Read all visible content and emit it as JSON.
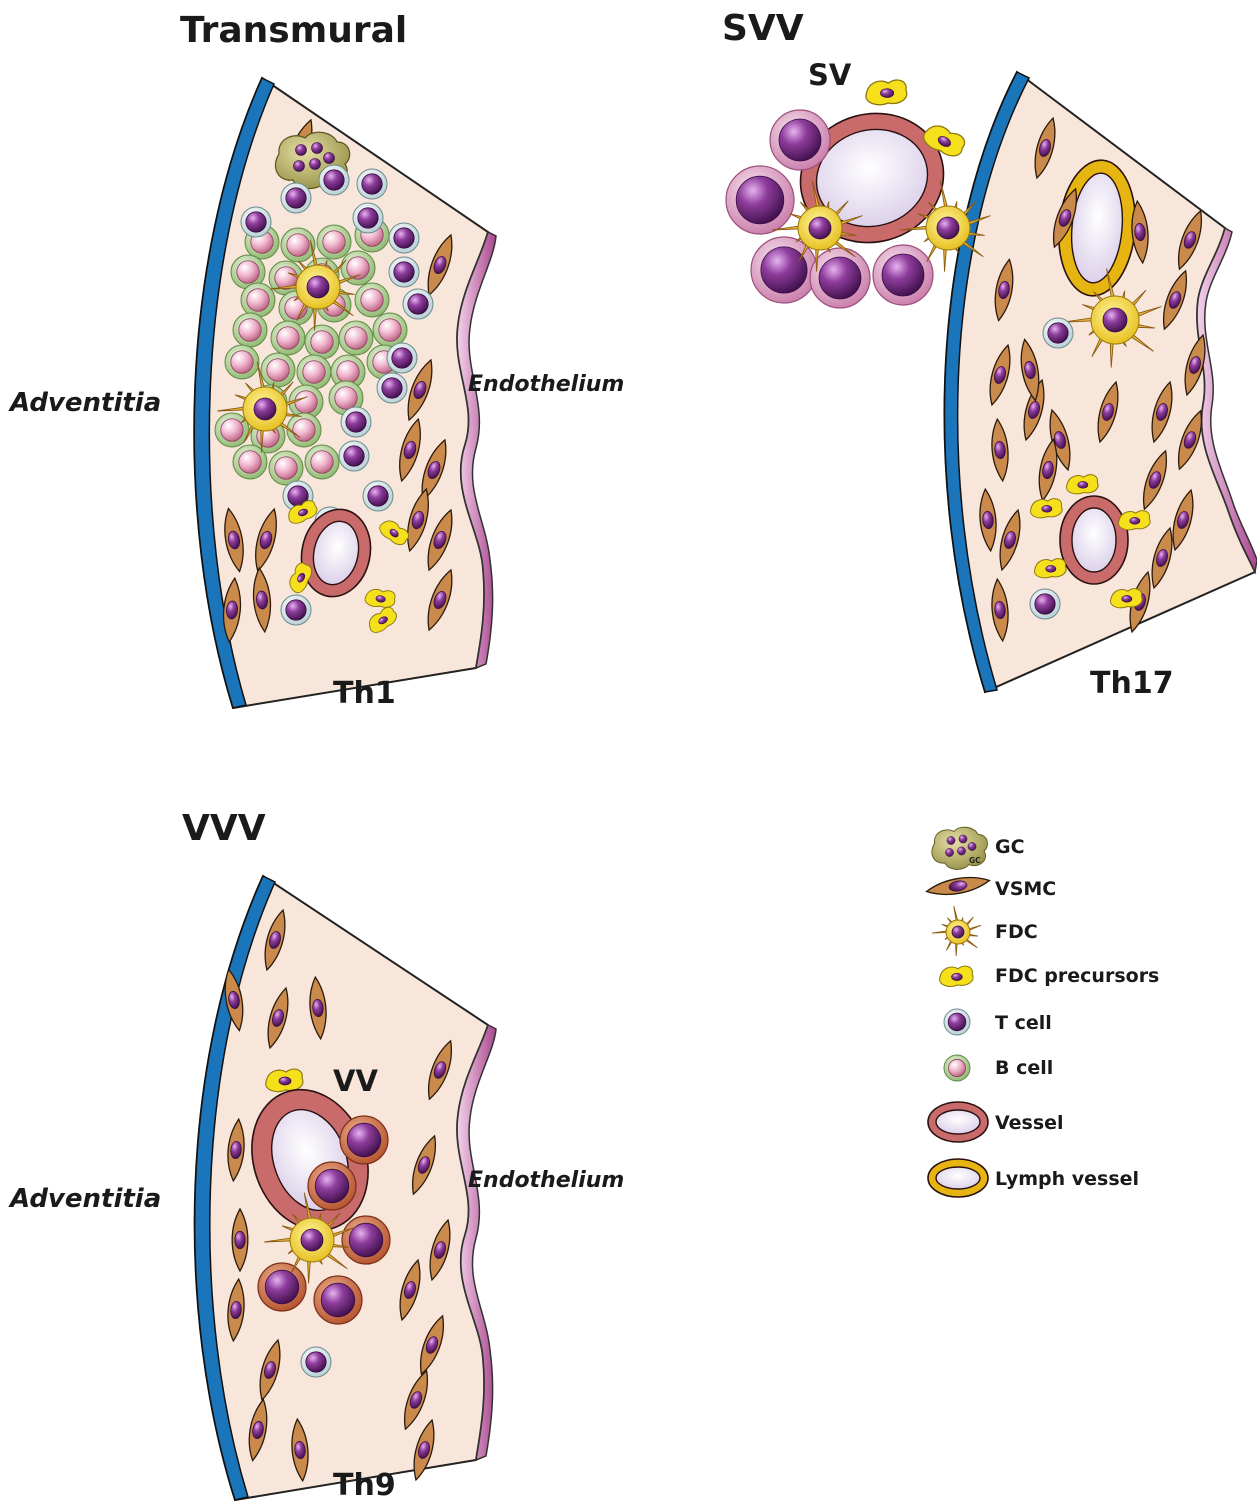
{
  "panels": {
    "transmural": {
      "title": "Transmural",
      "adventitia": "Adventitia",
      "endothelium": "Endothelium",
      "th": "Th1"
    },
    "svv": {
      "title": "SVV",
      "sv": "SV",
      "th": "Th17"
    },
    "vvv": {
      "title": "VVV",
      "vv": "VV",
      "adventitia": "Adventitia",
      "endothelium": "Endothelium",
      "th": "Th9"
    }
  },
  "legend": {
    "gc": "GC",
    "gc_icon_text": "GC",
    "vsmc": "VSMC",
    "fdc": "FDC",
    "fdc_precursors": "FDC precursors",
    "t_cell": "T cell",
    "b_cell": "B cell",
    "vessel": "Vessel",
    "lymph_vessel": "Lymph vessel"
  },
  "colors": {
    "adventitia_blue": "#1b75bb",
    "wall_fill": "#f8e6da",
    "vsmc": "#c98a4b",
    "nucleus_purple": "#7b2f86",
    "fdc_yellow": "#f2d41a",
    "vessel_red": "#c96b6b",
    "lymph_yellow": "#e6b511",
    "b_cell_green": "#a7c98e",
    "t_cell_grey": "#c9dde0",
    "sv_cell_pink": "#d9a3c2",
    "vv_cell_orange": "#c8673f",
    "endothelium_pink": "#d7a1cc"
  }
}
